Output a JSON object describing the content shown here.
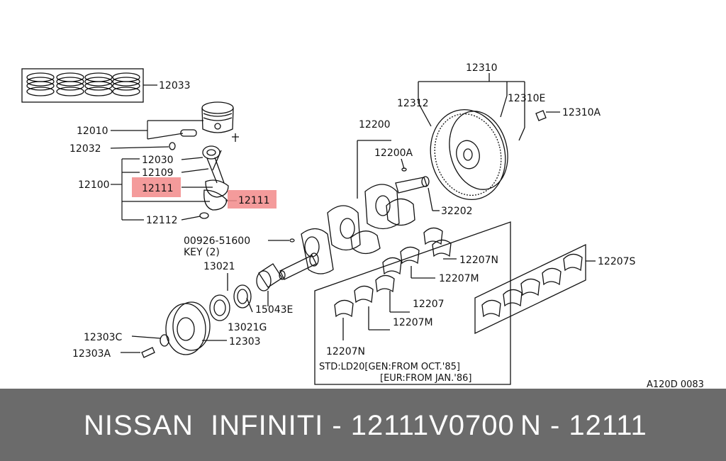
{
  "labels": {
    "rings": "12033",
    "piston": "12010",
    "pin_clip": "12032",
    "bushing": "12030",
    "rod_bolt": "12109",
    "rod_assy": "12100",
    "bearing_upper": "12111",
    "bearing_lower": "12111",
    "rod_nut": "12112",
    "key_part": "00926-51600",
    "key_text": "KEY (2)",
    "crank_sprocket": "13021",
    "sprocket_spacer": "13021G",
    "oil_seal": "15043E",
    "pulley": "12303",
    "pulley_washer": "12303C",
    "pulley_bolt": "12303A",
    "crankshaft": "12200",
    "crank_plug": "12200A",
    "pilot_bushing": "32202",
    "flywheel_assy": "12310",
    "ring_gear": "12312",
    "flywheel_dowel": "12310E",
    "flywheel_bolt": "12310A",
    "main_bearing_n1": "12207N",
    "main_bearing_m1": "12207M",
    "main_bearing": "12207",
    "main_bearing_m2": "12207M",
    "main_bearing_n2": "12207N",
    "main_bearing_s": "12207S",
    "std_note_1": "STD:LD20[GEN:FROM OCT.'85]",
    "std_note_2": "[EUR:FROM JAN.'86]",
    "diagram_code": "A120D 0083"
  },
  "highlight_color": "#f28a8a",
  "footer": {
    "title": "NISSAN  INFINITI - 12111V0700",
    "part": "N - 12111"
  }
}
